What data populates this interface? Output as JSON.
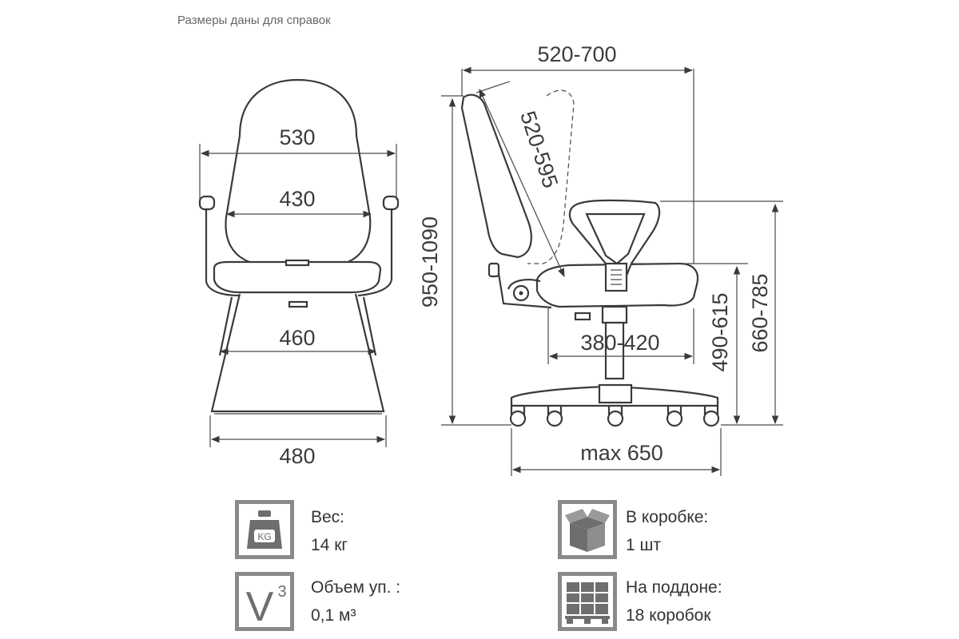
{
  "note": "Размеры даны для справок",
  "dimensions": {
    "back_width_outer": "530",
    "back_width_inner": "430",
    "seat_width": "460",
    "base_width": "480",
    "depth": "520-700",
    "backrest_height": "520-595",
    "total_height": "950-1090",
    "seat_depth": "380-420",
    "seat_height": "490-615",
    "armrest_height": "660-785",
    "base_diameter": "max 650"
  },
  "specs": {
    "weight": {
      "label": "Вес:",
      "value": "14 кг",
      "icon_text": "KG"
    },
    "volume": {
      "label": "Объем уп. :",
      "value": "0,1 м³",
      "icon_text": "V",
      "icon_sup": "3"
    },
    "in_box": {
      "label": "В коробке:",
      "value": "1 шт"
    },
    "on_pallet": {
      "label": "На поддоне:",
      "value": "18 коробок"
    }
  },
  "colors": {
    "line": "#3a3a3a",
    "icon_frame": "#8a8a8a",
    "icon_fill": "#6e6e6e"
  }
}
